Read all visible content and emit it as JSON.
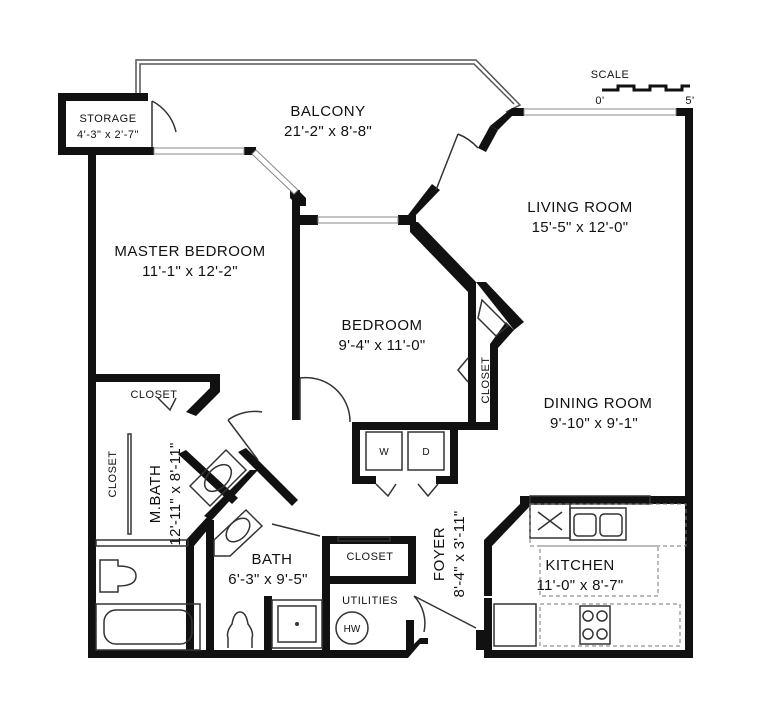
{
  "scale": {
    "label": "SCALE",
    "min": "0'",
    "max": "5'"
  },
  "rooms": {
    "storage": {
      "name": "STORAGE",
      "dim": "4'-3\" x 2'-7\""
    },
    "balcony": {
      "name": "BALCONY",
      "dim": "21'-2\" x 8'-8\""
    },
    "living": {
      "name": "LIVING ROOM",
      "dim": "15'-5\" x 12'-0\""
    },
    "master": {
      "name": "MASTER BEDROOM",
      "dim": "11'-1\" x 12'-2\""
    },
    "bedroom": {
      "name": "BEDROOM",
      "dim": "9'-4\" x 11'-0\""
    },
    "dining": {
      "name": "DINING ROOM",
      "dim": "9'-10\" x 9'-1\""
    },
    "closet_master": {
      "name": "CLOSET"
    },
    "closet_mbath": {
      "name": "CLOSET"
    },
    "closet_bed": {
      "name": "CLOSET"
    },
    "closet_hall": {
      "name": "CLOSET"
    },
    "mbath": {
      "name": "M.BATH",
      "dim": "12'-11\" x 8'-11\""
    },
    "bath": {
      "name": "BATH",
      "dim": "6'-3\" x 9'-5\""
    },
    "foyer": {
      "name": "FOYER",
      "dim": "8'-4\" x 3'-11\""
    },
    "kitchen": {
      "name": "KITCHEN",
      "dim": "11'-0\" x 8'-7\""
    },
    "utilities": {
      "name": "UTILITIES"
    }
  },
  "fixtures": {
    "washer": "W",
    "dryer": "D",
    "water_heater": "HW"
  }
}
